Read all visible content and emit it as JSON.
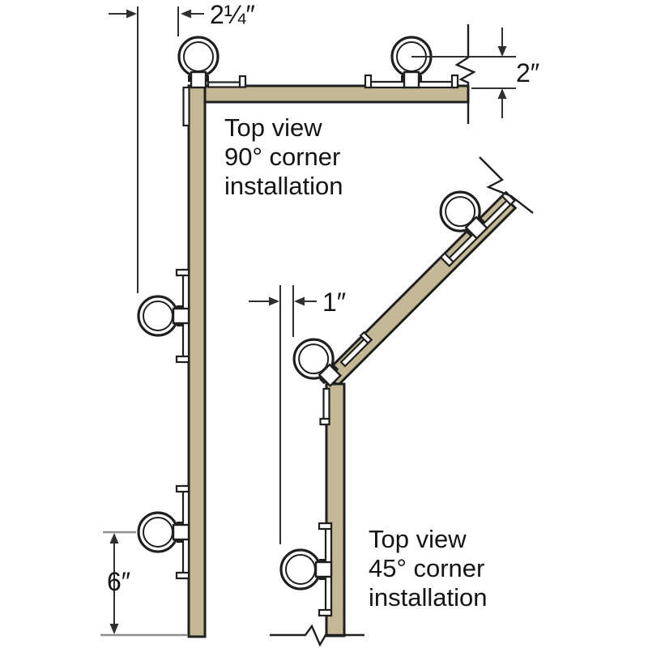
{
  "diagram": {
    "background": "#ffffff",
    "colors": {
      "panel": "#c3b893",
      "outline": "#1f1f1f",
      "dim": "#2f2f2f",
      "tick": "#8f8f8f",
      "text": "#141414"
    },
    "assembly_90": {
      "caption": [
        "Top view",
        "90° corner",
        "installation"
      ],
      "dim_corner_offset": "2¼″",
      "dim_clip_height": "2″",
      "dim_clip_spacing": "6″"
    },
    "assembly_45": {
      "caption": [
        "Top view",
        "45° corner",
        "installation"
      ],
      "dim_corner_offset": "1″"
    }
  }
}
